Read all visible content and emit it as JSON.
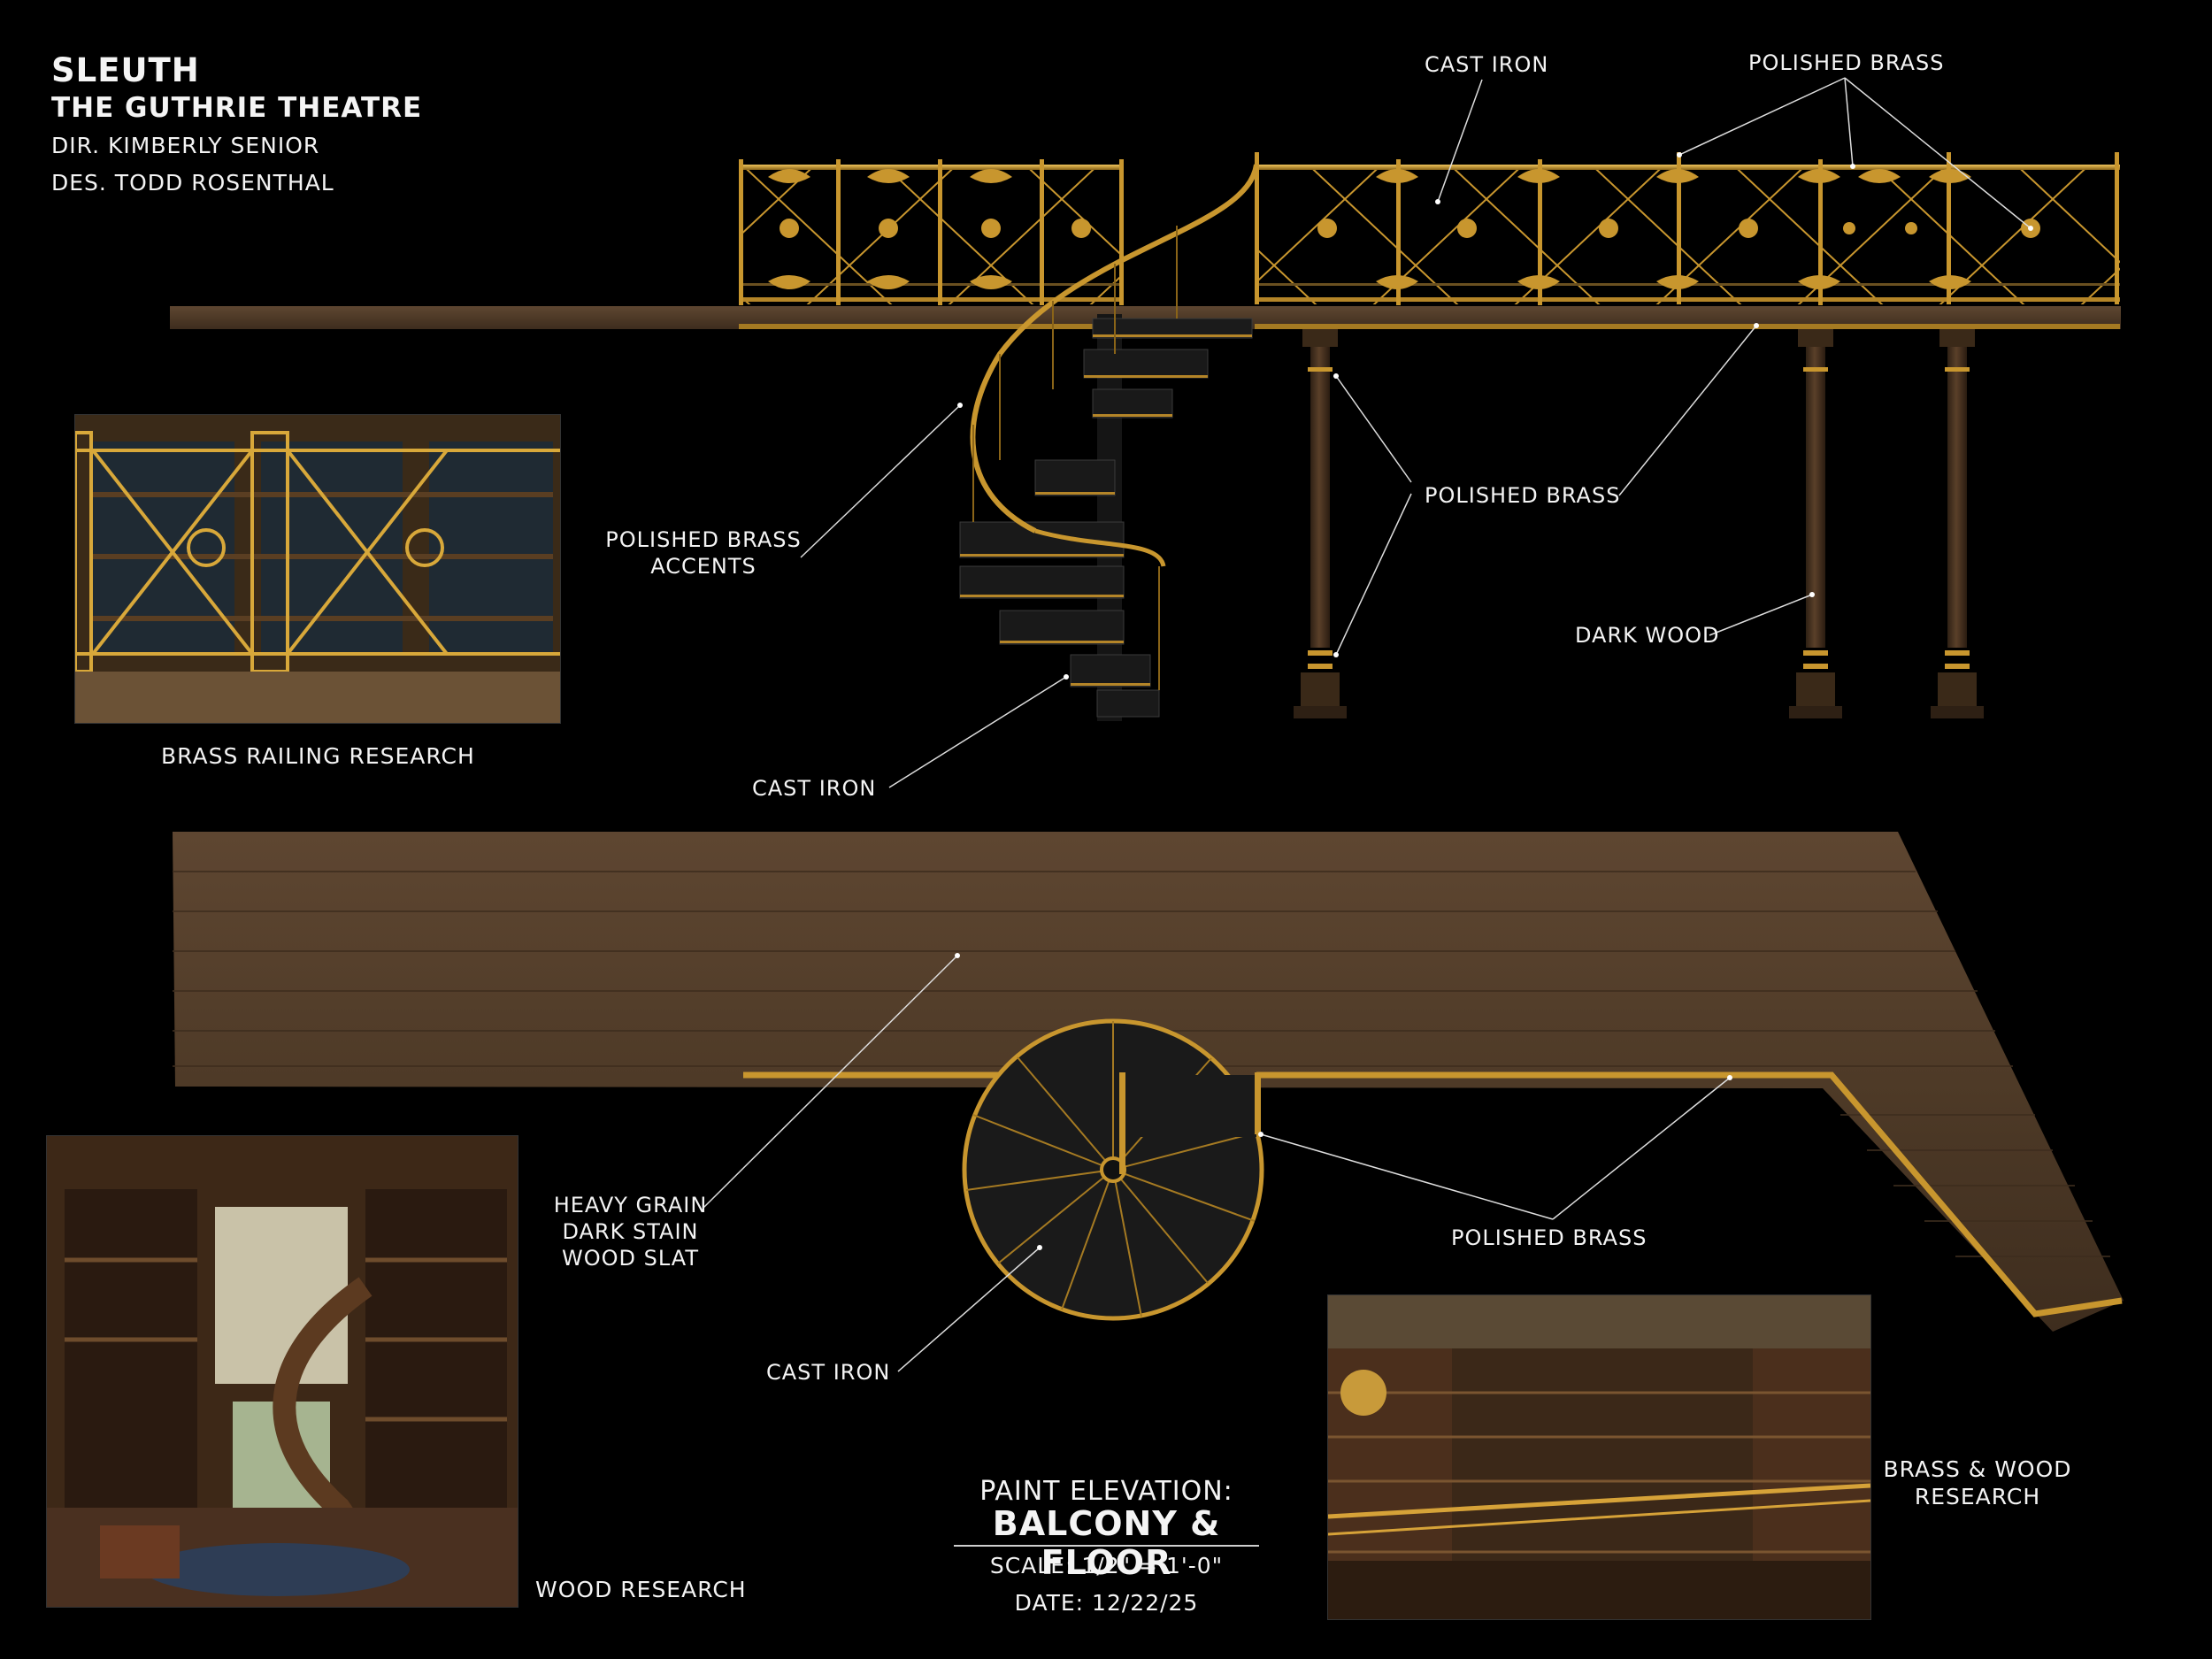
{
  "project": {
    "title": "SLEUTH",
    "venue": "THE GUTHRIE THEATRE",
    "director": "DIR. KIMBERLY SENIOR",
    "designer": "DES. TODD ROSENTHAL"
  },
  "callouts": {
    "cast_iron_top": "CAST IRON",
    "polished_brass_top": "POLISHED BRASS",
    "polished_brass_accents": "POLISHED BRASS ACCENTS",
    "polished_brass_mid": "POLISHED BRASS",
    "dark_wood": "DARK WOOD",
    "cast_iron_stair": "CAST IRON",
    "heavy_grain": "HEAVY GRAIN DARK STAIN WOOD SLAT",
    "cast_iron_plan": "CAST IRON",
    "polished_brass_plan": "POLISHED BRASS"
  },
  "research": {
    "brass_railing": "BRASS RAILING RESEARCH",
    "wood": "WOOD RESEARCH",
    "brass_wood": "BRASS & WOOD RESEARCH"
  },
  "title_block": {
    "heading": "PAINT ELEVATION:",
    "title": "BALCONY & FLOOR",
    "scale": "SCALE: 1/2\" = 1'-0\"",
    "date": "DATE: 12/22/25"
  },
  "colors": {
    "background": "#000000",
    "dark_wood": "#4a3420",
    "floor_wood": "#5a4530",
    "brass": "#c8962e",
    "cast_iron": "#1c1c1c",
    "leader": "#dddddd"
  },
  "icons": [
    "balcony-elevation-drawing",
    "floor-plan-drawing",
    "spiral-stair"
  ]
}
